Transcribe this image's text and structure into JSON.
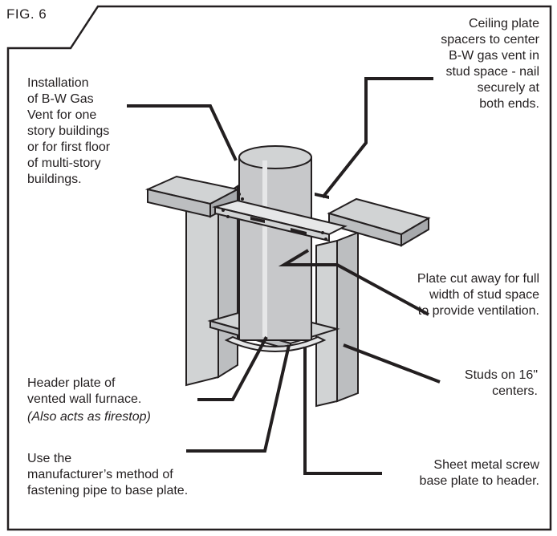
{
  "figure": {
    "label": "FIG. 6"
  },
  "callouts": {
    "installation": "Installation\nof B-W Gas\nVent for one\nstory buildings\nor for first floor\nof multi-story\nbuildings.",
    "ceiling_plate": "Ceiling plate\nspacers to center\nB-W gas vent in\nstud space - nail\nsecurely at\nboth ends.",
    "plate_cut": "Plate cut away for full\nwidth of stud space\nto provide ventilation.",
    "header_plate": "Header plate of\nvented wall furnace.",
    "header_plate_note": "(Also acts as firestop)",
    "studs": "Studs on 16\"\ncenters.",
    "manufacturer": "Use the\nmanufacturer’s method of\nfastening pipe to base plate.",
    "sheet_metal": "Sheet metal screw\nbase plate to header."
  },
  "colors": {
    "ink": "#231f20",
    "wood_fill": "#d1d3d4",
    "pipe_fill": "#c7c8ca",
    "background": "#ffffff"
  }
}
